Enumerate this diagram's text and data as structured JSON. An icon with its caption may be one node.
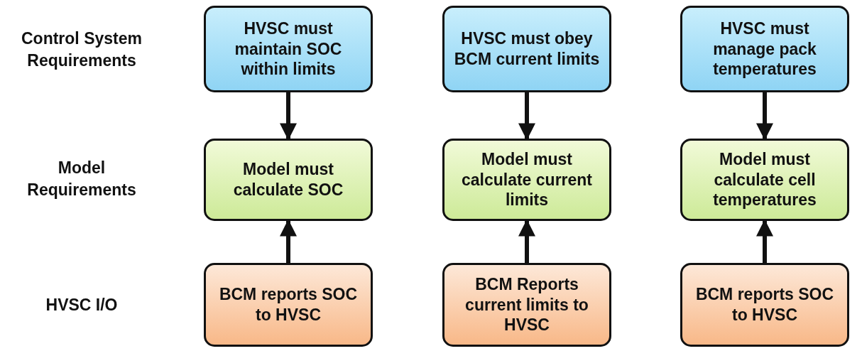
{
  "diagram": {
    "nodes": [
      {
        "text": [
          "HVSC must maintain SOC within limits"
        ]
      },
      {
        "text": [
          "Model must calculate SOC"
        ]
      },
      {
        "text": [
          "BCM reports SOC to HVSC"
        ]
      },
      {
        "text": [
          "HVSC must obey BCM current limits"
        ]
      },
      {
        "text": [
          "Model must calculate current limits"
        ]
      },
      {
        "text": [
          "BCM Reports current limits to HVSC"
        ]
      },
      {
        "text": [
          "HVSC must manage pack temperatures"
        ]
      },
      {
        "text": [
          "Model must calculate cell temperatures"
        ]
      },
      {
        "text": [
          "BCM reports SOC to HVSC"
        ]
      }
    ],
    "edges": [
      {
        "from": 0,
        "to": 1,
        "arrow": "to"
      },
      {
        "from": 2,
        "to": 1,
        "arrow": "to"
      },
      {
        "from": 3,
        "to": 4,
        "arrow": "to"
      },
      {
        "from": 5,
        "to": 4,
        "arrow": "to"
      },
      {
        "from": 6,
        "to": 7,
        "arrow": "to"
      },
      {
        "from": 8,
        "to": 7,
        "arrow": "to"
      }
    ],
    "labels": [
      "Control System Requirements",
      "Model Requirements",
      "HVSC I/O"
    ]
  }
}
